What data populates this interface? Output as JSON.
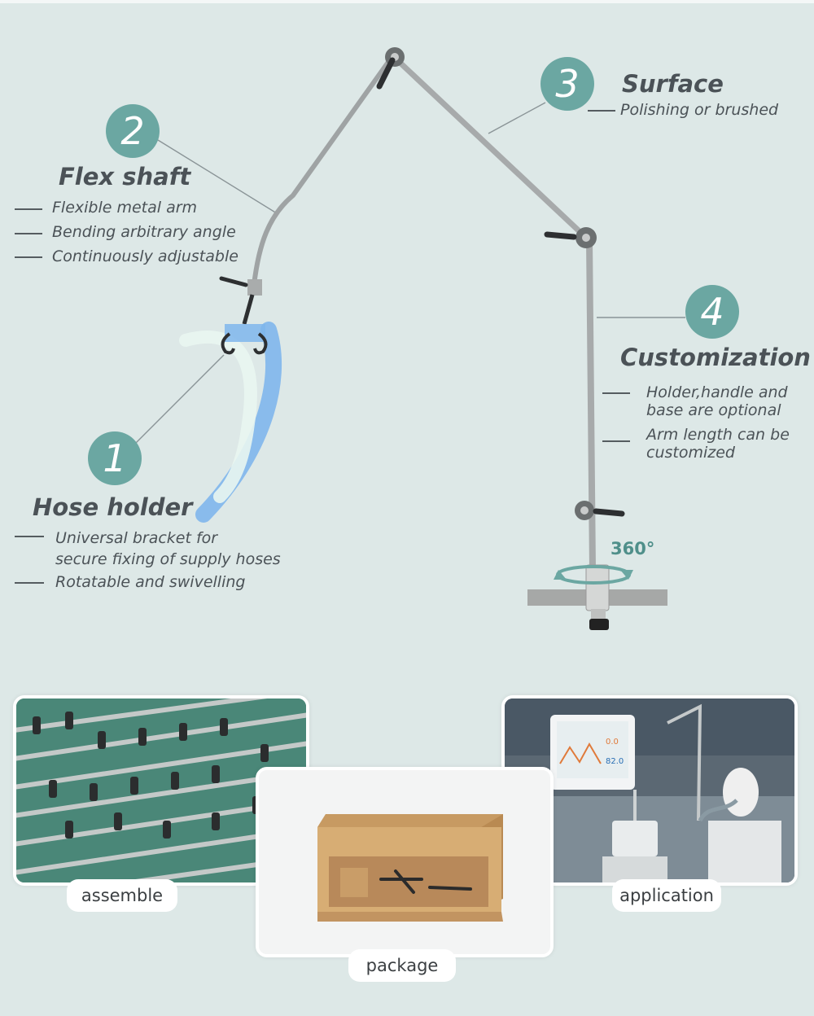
{
  "features": [
    {
      "number": "1",
      "title": "Hose holder",
      "bullets": [
        "Universal bracket for\nsecure fixing of supply hoses",
        "Rotatable and swivelling"
      ]
    },
    {
      "number": "2",
      "title": "Flex shaft",
      "bullets": [
        "Flexible metal arm",
        "Bending arbitrary angle",
        "Continuously adjustable"
      ]
    },
    {
      "number": "3",
      "title": "Surface",
      "bullets": [
        "Polishing or brushed"
      ]
    },
    {
      "number": "4",
      "title": "Customization",
      "bullets": [
        "Holder,handle and\nbase are optional",
        "Arm length can be\ncustomized"
      ]
    }
  ],
  "rotation_label": "360°",
  "photos": {
    "assemble": "assemble",
    "package": "package",
    "application": "application"
  },
  "monitor": {
    "value_top": "0.0",
    "value_bottom": "82.0"
  },
  "colors": {
    "background": "#dde8e7",
    "accent": "#6ba7a2",
    "text": "#4b5257"
  }
}
